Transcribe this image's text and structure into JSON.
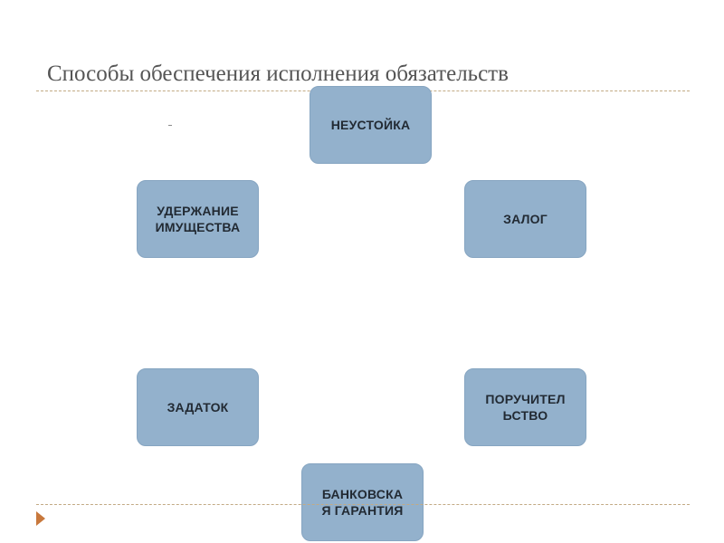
{
  "slide": {
    "title": "Способы обеспечения исполнения обязательств"
  },
  "diagram": {
    "nodes": [
      {
        "id": "top",
        "label": "НЕУСТОЙКА"
      },
      {
        "id": "left1",
        "label": "УДЕРЖАНИЕ\nИМУЩЕСТВА"
      },
      {
        "id": "right1",
        "label": "ЗАЛОГ"
      },
      {
        "id": "left2",
        "label": "ЗАДАТОК"
      },
      {
        "id": "right2",
        "label": "ПОРУЧИТЕЛ\nЬСТВО"
      },
      {
        "id": "bottom",
        "label": "БАНКОВСКА\nЯ ГАРАНТИЯ"
      }
    ]
  },
  "colors": {
    "node_fill": "#93b1cc",
    "rule": "#c2aa84",
    "bullet": "#c8783c",
    "title_text": "#555555"
  },
  "icons": {
    "bullet": "orange-triangle-bullet-icon"
  }
}
